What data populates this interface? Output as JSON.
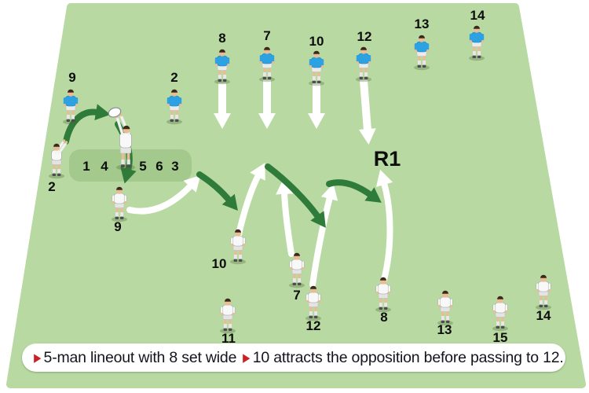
{
  "r1": "R1",
  "caption": {
    "bullet": "▶",
    "part1": "5-man lineout with 8 set wide",
    "part2": "10 attracts the opposition before passing to 12."
  },
  "lineout_numbers": [
    "1",
    "4",
    "5",
    "6",
    "3"
  ],
  "defenders": [
    "9",
    "2",
    "8",
    "7",
    "10",
    "12",
    "13",
    "14"
  ],
  "attackers": [
    "2",
    "9",
    "10",
    "11",
    "7",
    "12",
    "8",
    "13",
    "15",
    "14"
  ],
  "colors": {
    "field_green": "#b8d9a2",
    "lineout_zone_green": "#a3c98c",
    "pass_arrow_green": "#2e7b3a",
    "run_arrow_white": "#ffffff",
    "defender_shirt_blue": "#2da2e3",
    "caption_accent_red": "#cc2027",
    "caption_text": "#14141e"
  }
}
